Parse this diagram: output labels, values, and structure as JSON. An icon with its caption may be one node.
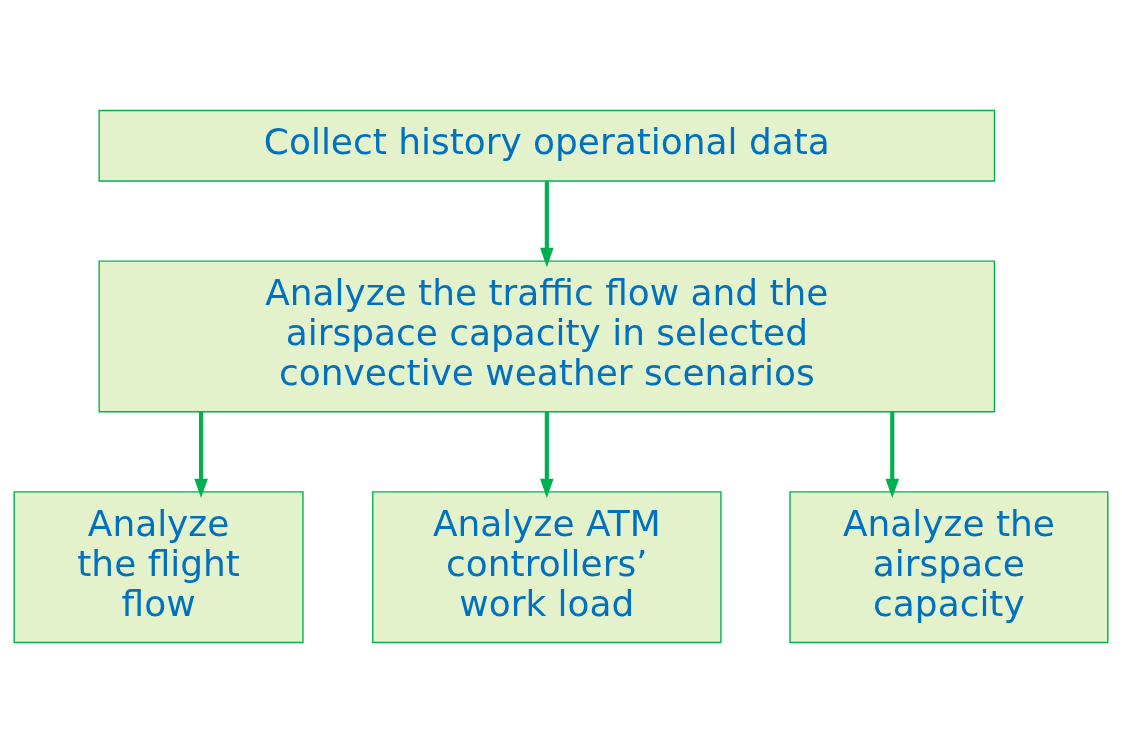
{
  "diagram": {
    "nodes": [
      {
        "text": [
          "Collect history operational data"
        ]
      },
      {
        "text": [
          "Analyze the traffic flow and the airspace capacity in selected convective weather scenarios"
        ]
      },
      {
        "text": [
          "Analyze the flight flow"
        ]
      },
      {
        "text": [
          "Analyze ATM controllers’ work load"
        ]
      },
      {
        "text": [
          "Analyze the airspace capacity"
        ]
      }
    ],
    "edges": [
      {
        "from": 0,
        "to": 1,
        "arrow": "to"
      },
      {
        "from": 1,
        "to": 2,
        "arrow": "to"
      },
      {
        "from": 1,
        "to": 3,
        "arrow": "to"
      },
      {
        "from": 1,
        "to": 4,
        "arrow": "to"
      }
    ]
  }
}
